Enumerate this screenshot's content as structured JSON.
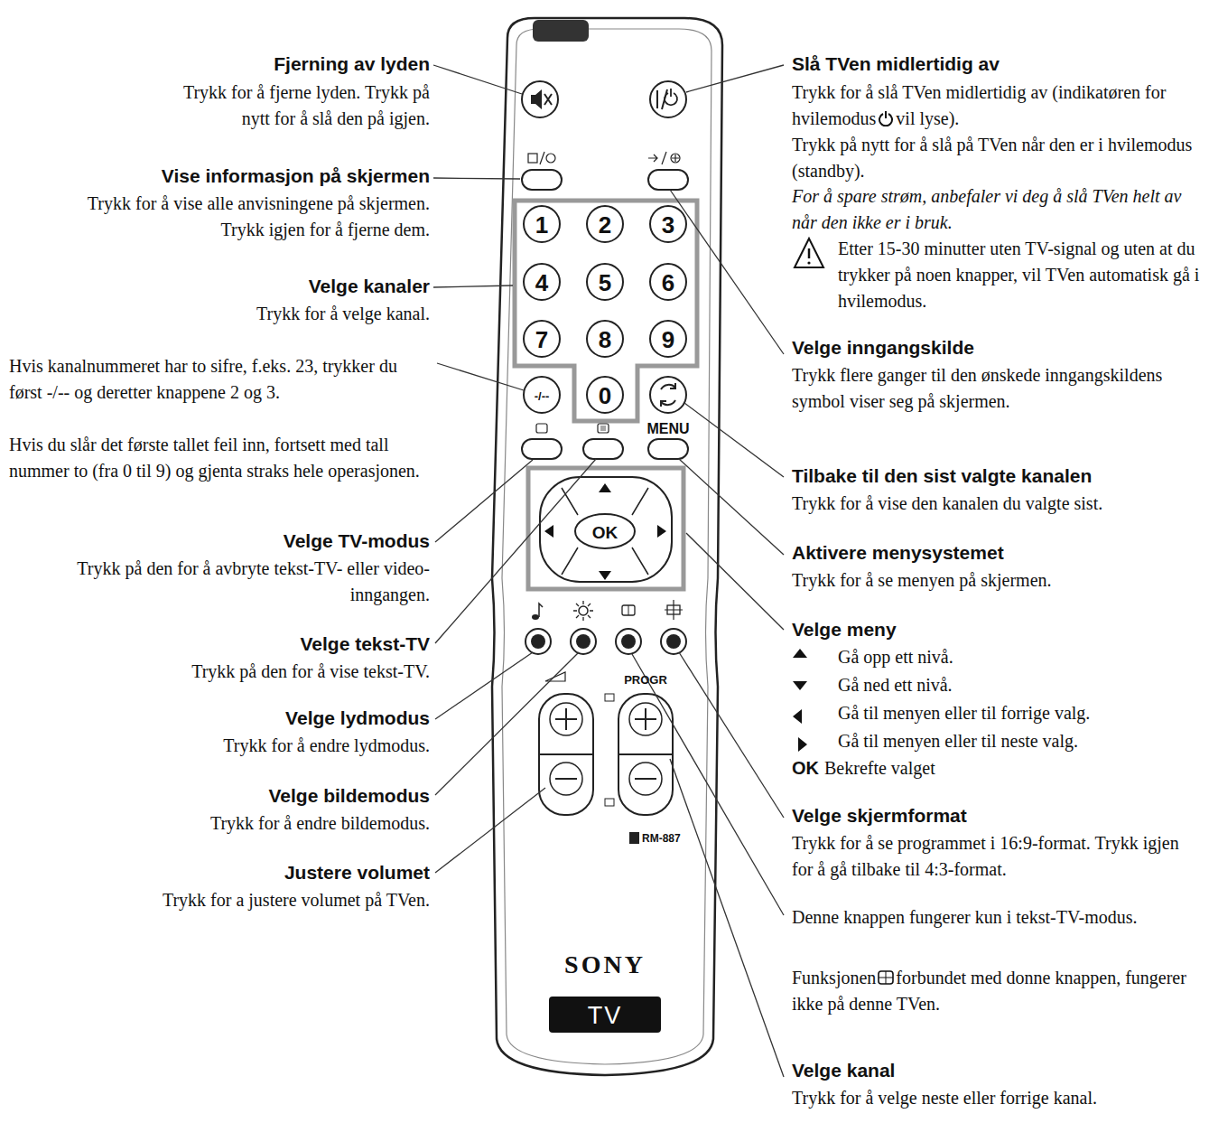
{
  "diagram": {
    "labels": [
      "Fjerning av lyden",
      "Trykk for å fjerne lyden. Trykk på nytt for å slå den på igjen.",
      "Vise informasjon på skjermen",
      "Trykk for å vise alle anvisningene på skjermen. Trykk igjen for å fjerne dem.",
      "Velge kanaler",
      "Trykk for å velge kanal.",
      "Hvis kanalnummeret har to sifre, f.eks. 23, trykker du først -/-- og deretter knappene 2 og 3.",
      "Hvis du slår det første tallet feil inn, fortsett med tall nummer to (fra 0 til 9) og gjenta straks hele operasjonen.",
      "Velge TV-modus",
      "Trykk på den for å avbryte tekst-TV- eller video-inngangen.",
      "Velge tekst-TV",
      "Trykk på den for å vise tekst-TV.",
      "Velge lydmodus",
      "Trykk for å endre lydmodus.",
      "Velge bildemodus",
      "Trykk for å endre bildemodus.",
      "Justere volumet",
      "Trykk for a justere volumet på TVen.",
      "Slå TVen midlertidig av",
      "Trykk for å slå TVen midlertidig av (indikatøren for hvilemodus",
      "vil lyse).",
      "Trykk på nytt for å slå på TVen når den er i hvilemodus (standby).",
      "For å spare strøm, anbefaler vi deg å slå TVen helt av når den ikke er i bruk.",
      "Etter 15-30 minutter uten TV-signal og uten at du trykker på noen knapper, vil TVen automatisk gå i hvilemodus.",
      "Velge inngangskilde",
      "Trykk flere ganger til den ønskede inngangskildens symbol viser seg på skjermen.",
      "Tilbake til den sist valgte kanalen",
      "Trykk for å vise den kanalen du valgte sist.",
      "Aktivere menysystemet",
      "Trykk for å se menyen på skjermen.",
      "Velge meny",
      "Gå opp ett nivå.",
      "Gå ned ett nivå.",
      "Gå til menyen eller til forrige valg.",
      "Gå til menyen eller til neste valg.",
      "OK",
      "Bekrefte valget",
      "Velge skjermformat",
      "Trykk for å se programmet i 16:9-format. Trykk igjen for å gå tilbake til 4:3-format.",
      "Denne knappen fungerer kun i tekst-TV-modus.",
      "Funksjonen",
      "forbundet med donne knappen, fungerer ikke på denne TVen.",
      "Velge kanal",
      "Trykk for å velge neste eller forrige kanal.",
      "1",
      "2",
      "3",
      "4",
      "5",
      "6",
      "7",
      "8",
      "9",
      "0",
      "-/--",
      "OK",
      "MENU",
      "PROGR",
      "RM-887",
      "SONY",
      "TV"
    ]
  }
}
